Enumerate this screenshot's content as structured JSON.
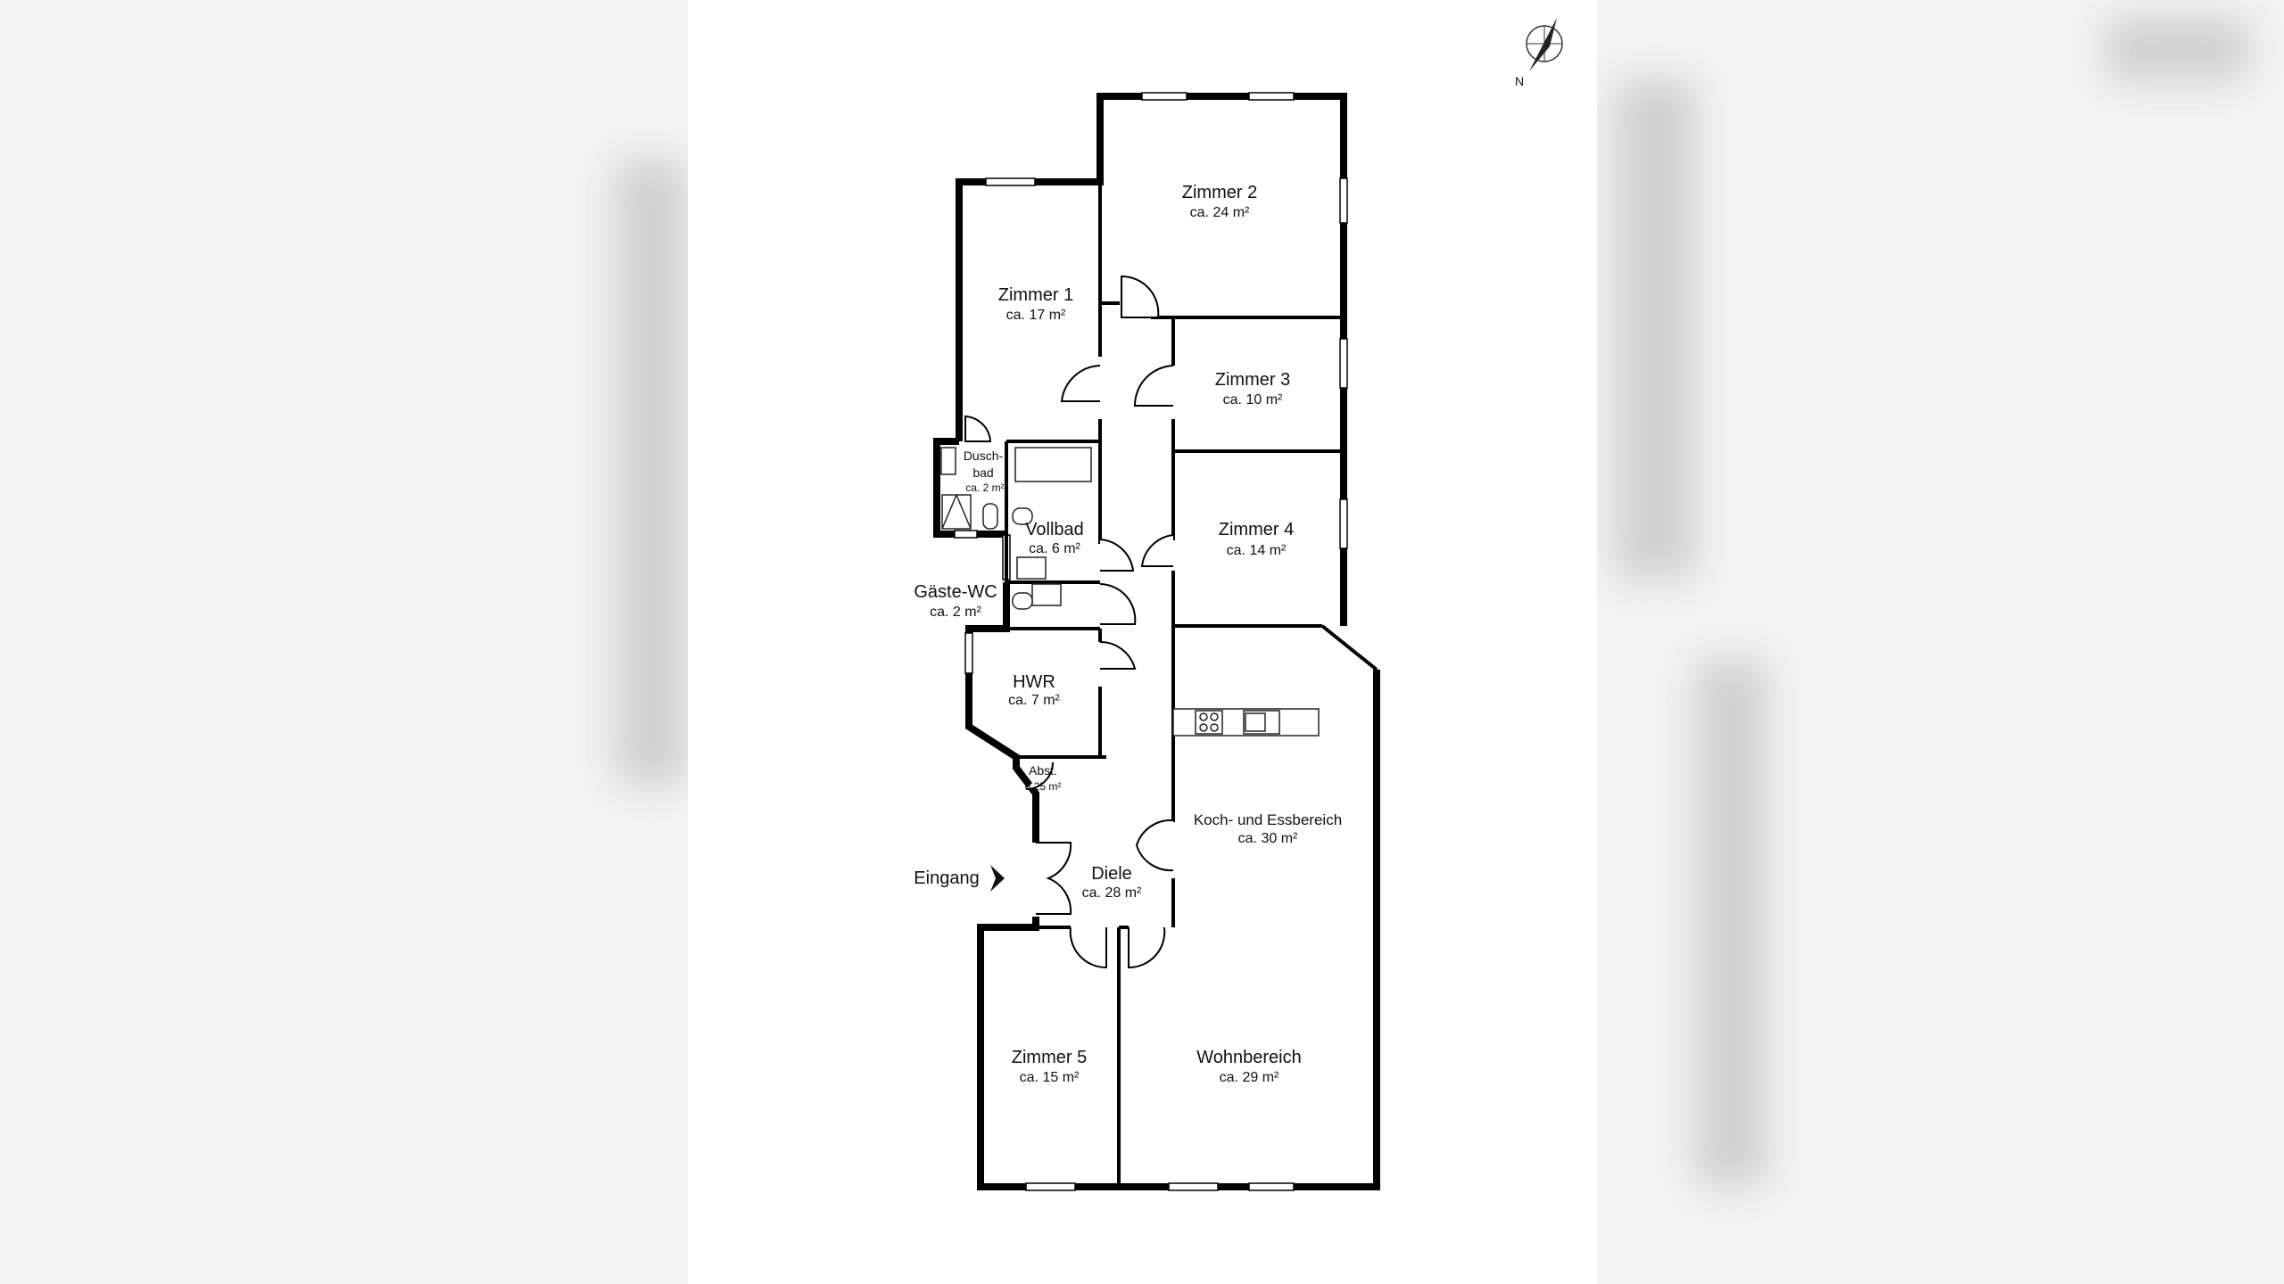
{
  "plan": {
    "compass_label": "N",
    "entrance_label": "Eingang",
    "rooms": [
      {
        "name": "Zimmer 2",
        "area": "ca. 24 m²"
      },
      {
        "name": "Zimmer 1",
        "area": "ca. 17 m²"
      },
      {
        "name": "Zimmer 3",
        "area": "ca. 10 m²"
      },
      {
        "name": "Zimmer 4",
        "area": "ca. 14 m²"
      },
      {
        "name": "Dusch-",
        "name2": "bad",
        "area": "ca. 2 m²"
      },
      {
        "name": "Vollbad",
        "area": "ca. 6 m²"
      },
      {
        "name": "Gäste-WC",
        "area": "ca. 2 m²"
      },
      {
        "name": "HWR",
        "area": "ca. 7 m²"
      },
      {
        "name": "Abst.",
        "area": "0,25 m²"
      },
      {
        "name": "Diele",
        "area": "ca. 28 m²"
      },
      {
        "name": "Koch- und Essbereich",
        "area": "ca. 30 m²"
      },
      {
        "name": "Zimmer 5",
        "area": "ca. 15 m²"
      },
      {
        "name": "Wohnbereich",
        "area": "ca. 29 m²"
      }
    ]
  }
}
